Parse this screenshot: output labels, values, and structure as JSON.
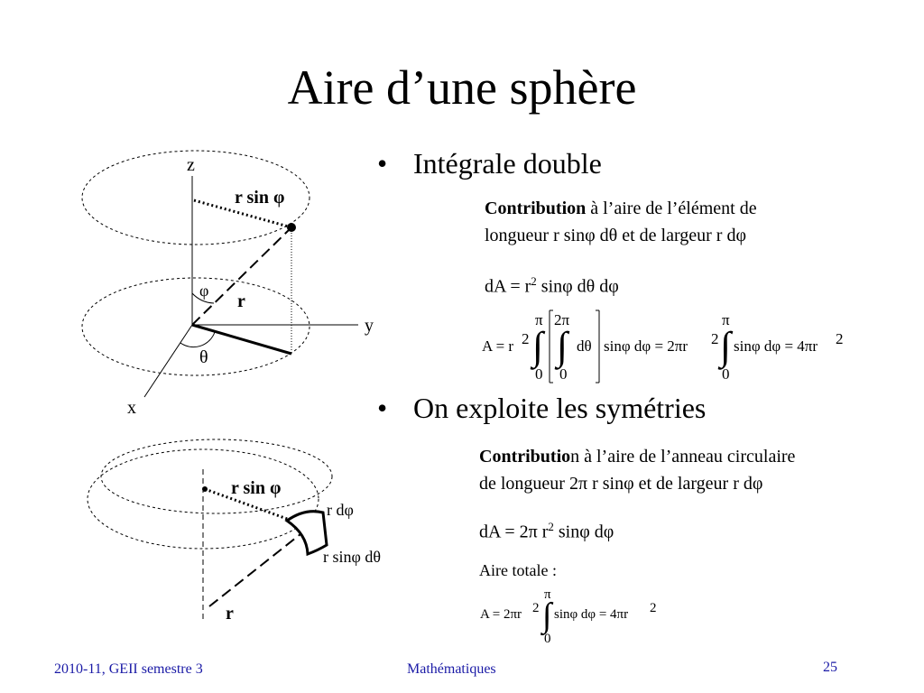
{
  "title": "Aire d’une sphère",
  "bullets": {
    "b1": "Intégrale double",
    "b2": "On exploite les symétries"
  },
  "block1": {
    "contribution_bold": "Contribution",
    "contribution_rest": " à l’aire de l’élément de",
    "line2": "longueur r sinφ dθ et de largeur r dφ",
    "dA_prefix": "dA = r",
    "dA_exp": "2",
    "dA_suffix": " sinφ dθ dφ",
    "formula": {
      "lhs": "A = r",
      "exp1": "2",
      "lim_pi": "π",
      "lim_2pi": "2π",
      "lim_0a": "0",
      "lim_0b": "0",
      "dtheta": "dθ",
      "integrand": "sinφ dφ = 2πr",
      "exp2": "2",
      "lim_pi2": "π",
      "lim_0c": "0",
      "tail": "sinφ dφ = 4πr",
      "exp3": "2"
    }
  },
  "block2": {
    "contribution_bold": "Contributio",
    "contribution_rest": "n à l’aire de l’anneau circulaire",
    "line2": "de longueur 2π r sinφ et de largeur r dφ",
    "dA_prefix": "dA = 2π r",
    "dA_exp": "2",
    "dA_suffix": " sinφ dφ",
    "aire_totale": "Aire totale :",
    "formula": {
      "lhs": "A = 2πr",
      "exp1": "2",
      "lim_pi": "π",
      "lim_0": "0",
      "tail": "sinφ dφ = 4πr",
      "exp2": "2"
    }
  },
  "diagram1": {
    "z": "z",
    "y": "y",
    "x": "x",
    "phi": "φ",
    "theta": "θ",
    "r": "r",
    "r_sin_phi": "r sin φ"
  },
  "diagram2": {
    "r_sin_phi": "r sin φ",
    "r_dphi": "r dφ",
    "r_sinphi_dtheta": "r sinφ dθ",
    "r": "r"
  },
  "footer": {
    "left": "2010-11, GEII semestre 3",
    "center": "Mathématiques",
    "page": "25"
  }
}
